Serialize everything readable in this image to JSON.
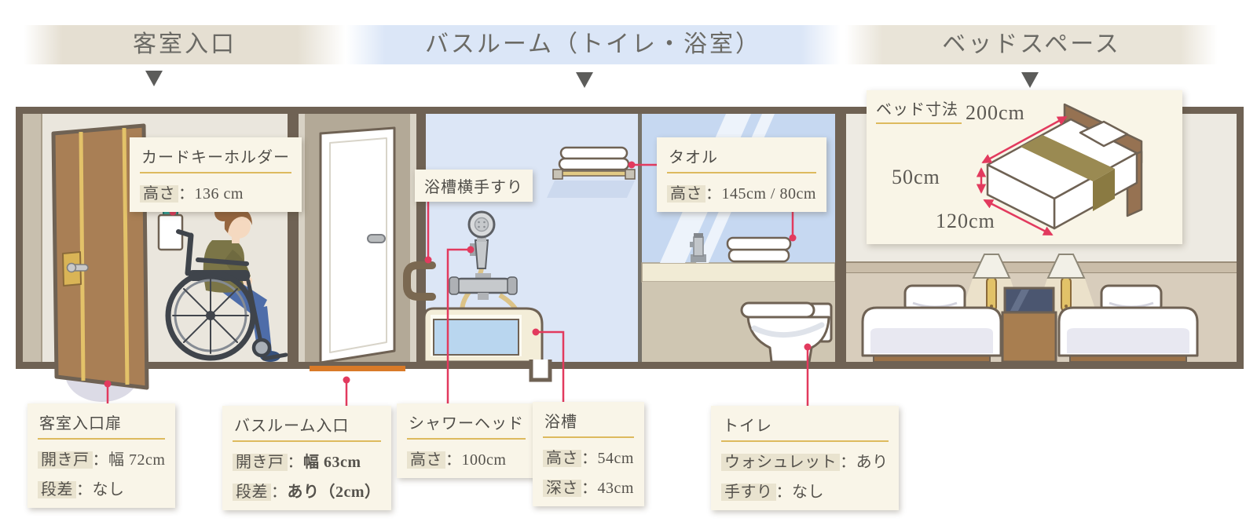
{
  "sep": "：",
  "headers": {
    "entrance": "客室入口",
    "bathroom": "バスルーム（トイレ・浴室）",
    "bed": "ベッドスペース"
  },
  "callouts": {
    "card_key": {
      "title": "カードキーホルダー",
      "rows": [
        {
          "k": "高さ",
          "v": "136 cm"
        }
      ]
    },
    "bath_grab_bar": {
      "title": "浴槽横手すり"
    },
    "towel": {
      "title": "タオル",
      "rows": [
        {
          "k": "高さ",
          "v": "145cm / 80cm"
        }
      ]
    },
    "entrance_door": {
      "title": "客室入口扉",
      "rows": [
        {
          "k": "開き戸",
          "v": "幅 72cm"
        },
        {
          "k": "段差",
          "v": "なし"
        }
      ]
    },
    "bath_door": {
      "title": "バスルーム入口",
      "rows": [
        {
          "k": "開き戸",
          "v": "幅 63cm"
        },
        {
          "k": "段差",
          "v": "あり（2cm）"
        }
      ]
    },
    "shower_head": {
      "title": "シャワーヘッド",
      "rows": [
        {
          "k": "高さ",
          "v": "100cm"
        }
      ]
    },
    "bathtub": {
      "title": "浴槽",
      "rows": [
        {
          "k": "高さ",
          "v": "54cm"
        },
        {
          "k": "深さ",
          "v": "43cm"
        }
      ]
    },
    "toilet": {
      "title": "トイレ",
      "rows": [
        {
          "k": "ウォシュレット",
          "v": "あり"
        },
        {
          "k": "手すり",
          "v": "なし"
        }
      ]
    },
    "bed_size": {
      "title": "ベッド寸法",
      "length": "200cm",
      "height": "50cm",
      "width": "120cm"
    }
  },
  "colors": {
    "accent_red": "#e23a5e",
    "label_bg": "#f9f5e8",
    "gold_rule": "#ddba5e",
    "wall_border": "#6f6254",
    "bath_wall_blue": "#dce6f6"
  }
}
